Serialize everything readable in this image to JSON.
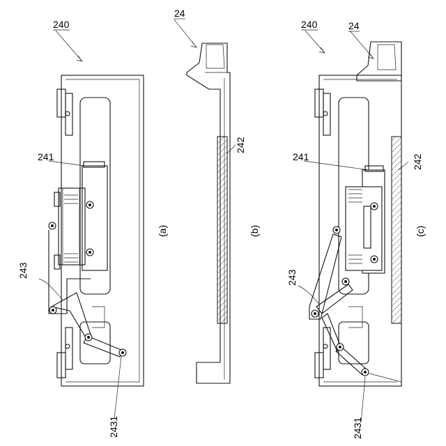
{
  "labels": {
    "a_assembly": "240",
    "a_part241": "241",
    "a_part243": "243",
    "a_part2431": "2431",
    "a_caption": "(a)",
    "b_part24": "24",
    "b_part242": "242",
    "b_caption": "(b)",
    "c_assembly": "240",
    "c_part24": "24",
    "c_part241": "241",
    "c_part242": "242",
    "c_part243": "243",
    "c_part2431": "2431",
    "c_caption": "(c)"
  }
}
